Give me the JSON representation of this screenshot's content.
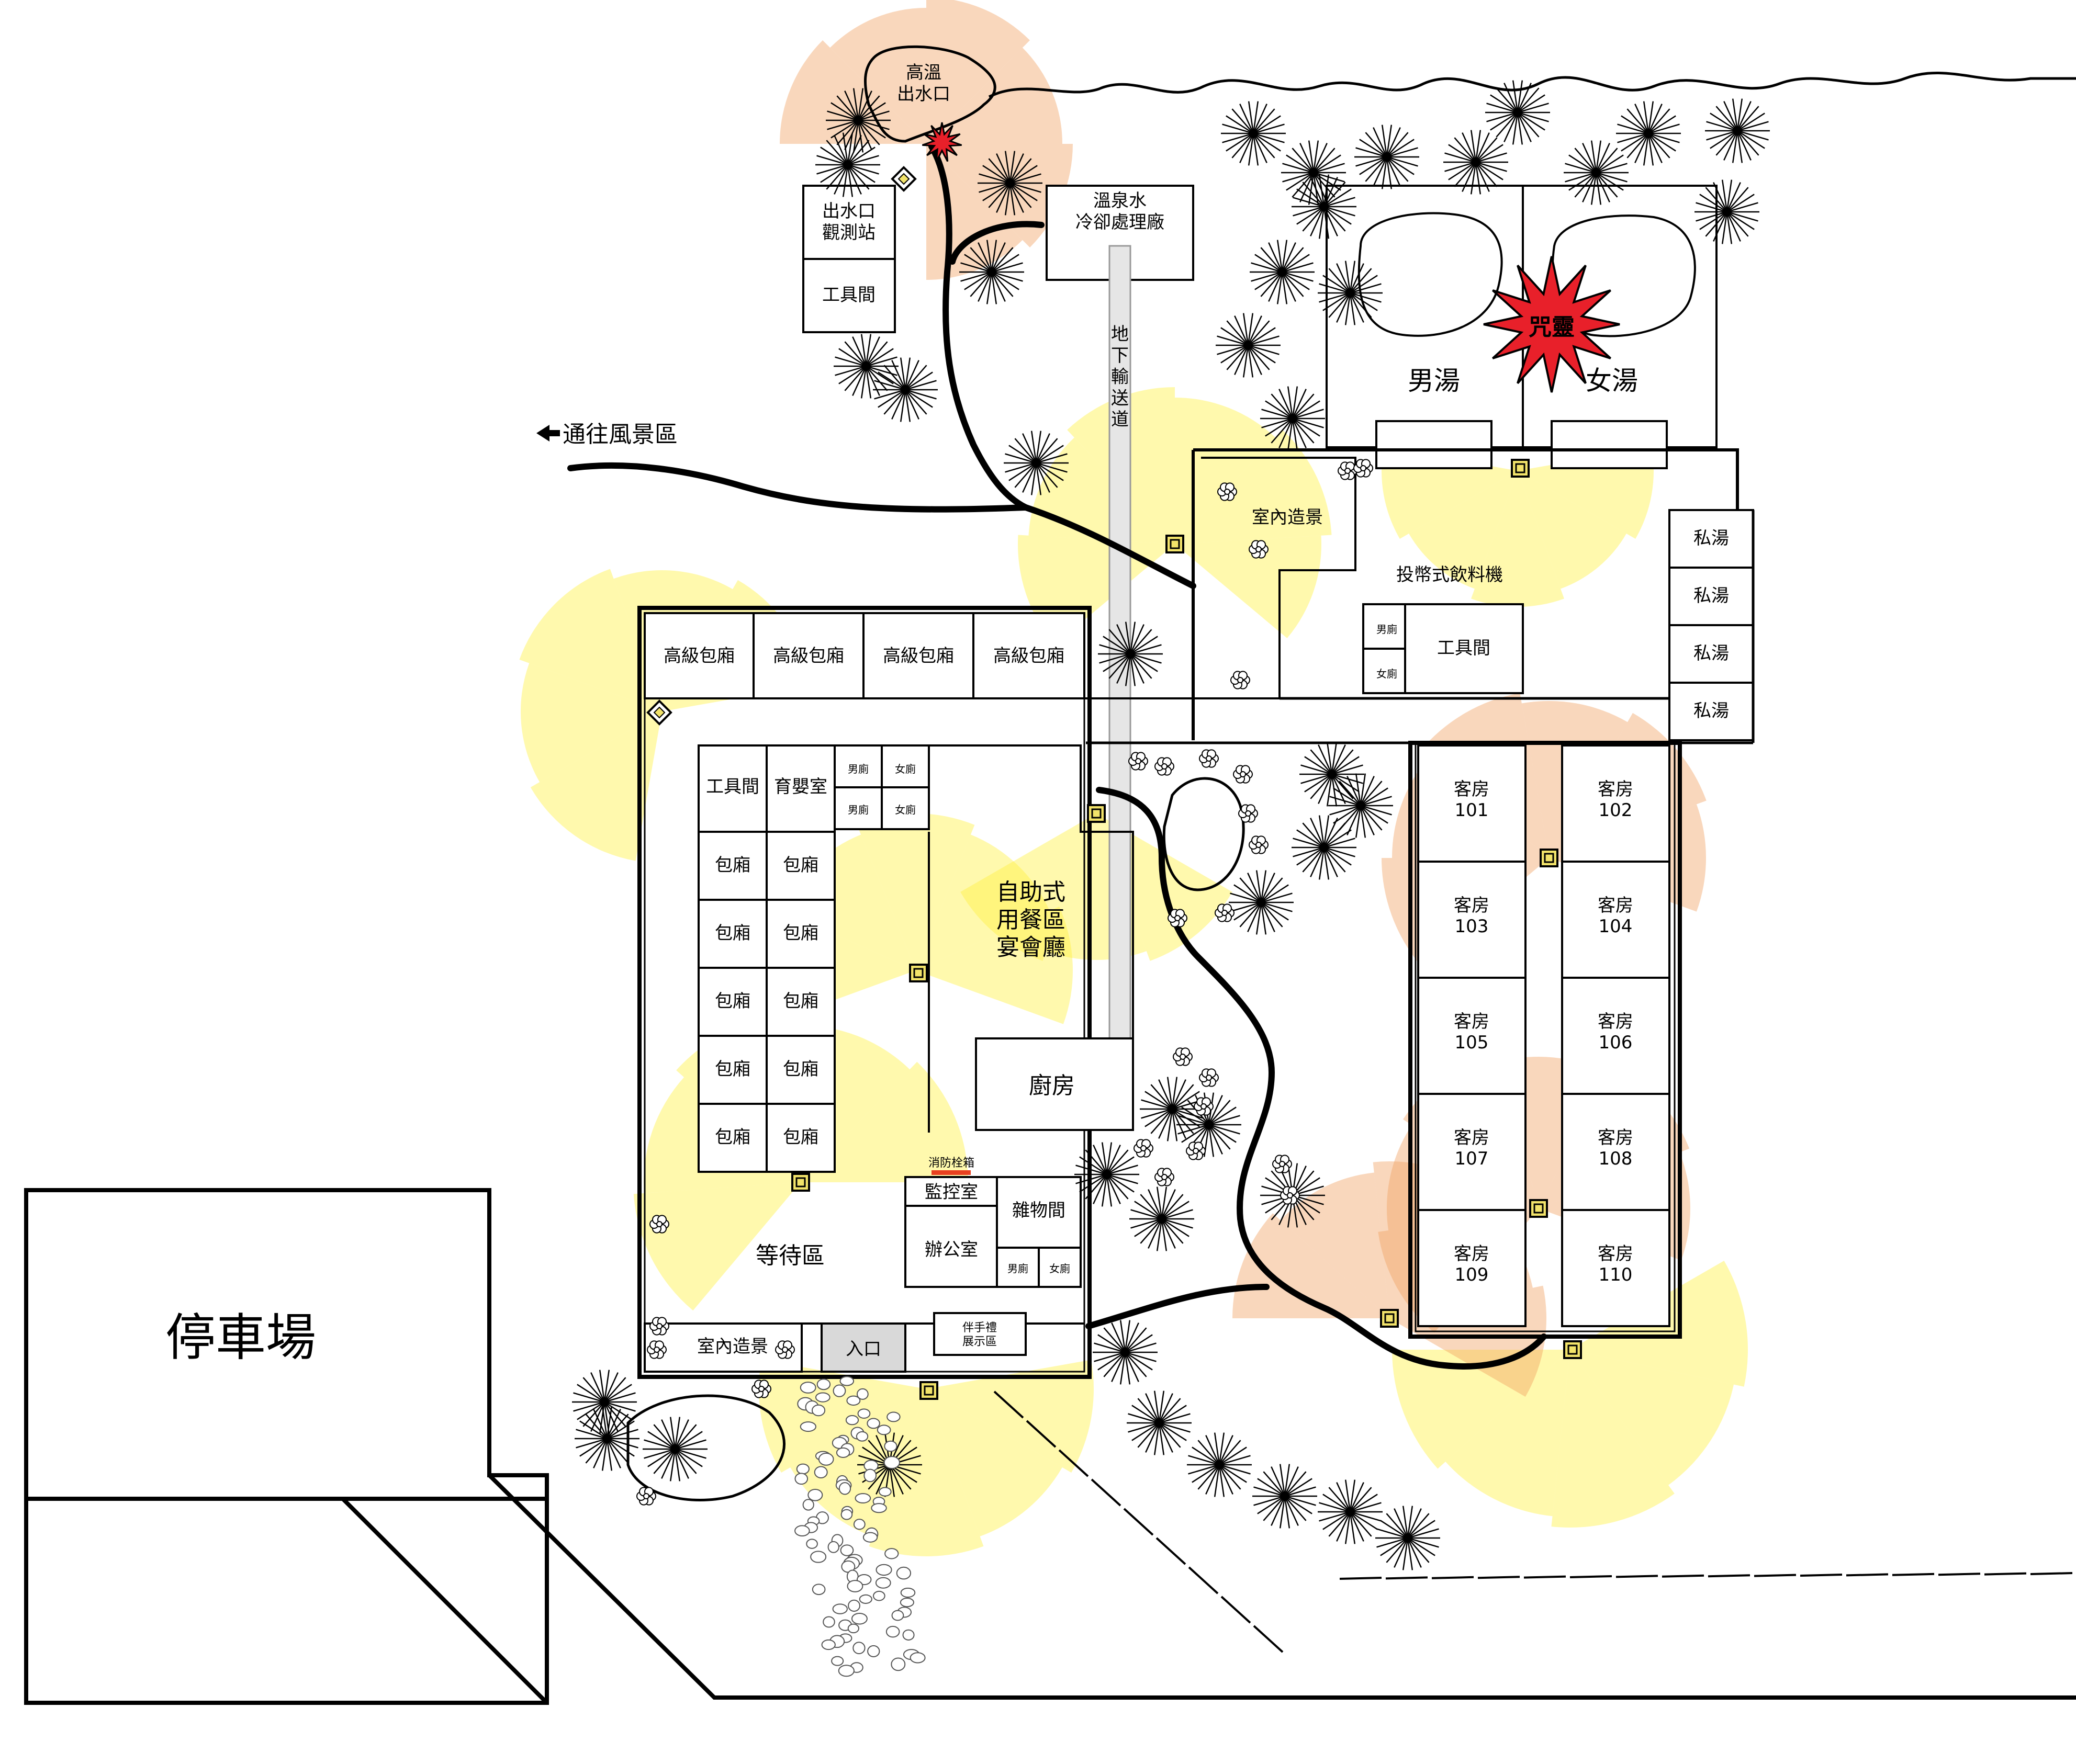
{
  "colors": {
    "coverage_yellow": "#fff03c",
    "coverage_orange": "#f0a060",
    "hazard_red": "#e8202a",
    "fire_hydrant_red": "#e84020",
    "camera_fill": "#f2e36a"
  },
  "labels": {
    "parking": "停車場",
    "scenic_arrow": "通往風景區",
    "spring_outlet": "高溫\n出水口",
    "outlet_station": "出水口\n觀測站",
    "tool_room_top": "工具間",
    "cooling_plant": "溫泉水\n冷卻處理廠",
    "underground_passage": "地\n下\n輸\n送\n道",
    "mens_bath": "男湯",
    "womens_bath": "女湯",
    "curse_spirit": "咒靈",
    "indoor_garden_north": "室內造景",
    "vending_machine": "投幣式飲料機",
    "tool_room_mid": "工具間",
    "restroom_m": "男廁",
    "restroom_f": "女廁",
    "private_bath": "私湯",
    "premium_room": "高級包廂",
    "tool_room_west": "工具間",
    "nursery": "育嬰室",
    "private_room": "包廂",
    "buffet": "自助式\n用餐區\n宴會廳",
    "kitchen": "廚房",
    "hydrant_box": "消防栓箱",
    "monitor_room": "監控室",
    "storage": "雜物間",
    "office": "辦公室",
    "waiting_area": "等待區",
    "indoor_garden_south": "室內造景",
    "entrance": "入口",
    "souvenir": "伴手禮\n展示區",
    "guest_room": "客房"
  },
  "guest_rooms": [
    "101",
    "102",
    "103",
    "104",
    "105",
    "106",
    "107",
    "108",
    "109",
    "110"
  ],
  "icons": {
    "arrow": "left-arrow-icon",
    "tree": "palm-tree-icon",
    "shrub": "flower-shrub-icon",
    "camera": "security-camera-icon",
    "hazard": "starburst-icon"
  }
}
